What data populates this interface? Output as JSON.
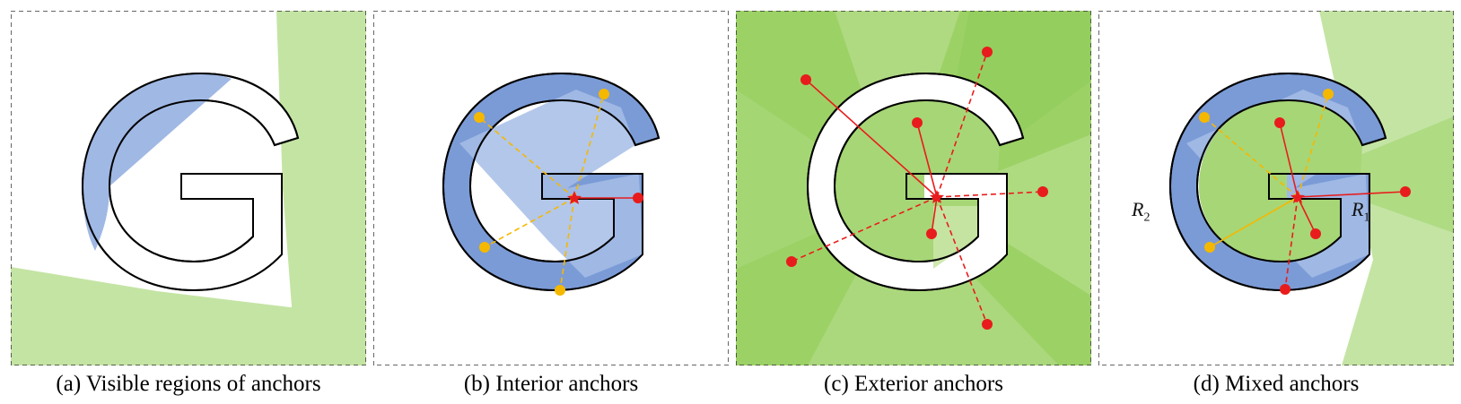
{
  "panels": [
    {
      "id": "a",
      "caption": "(a) Visible regions of anchors"
    },
    {
      "id": "b",
      "caption": "(b) Interior anchors"
    },
    {
      "id": "c",
      "caption": "(c) Exterior anchors"
    },
    {
      "id": "d",
      "caption": "(d) Mixed anchors"
    }
  ],
  "region_labels": {
    "r1": {
      "letter": "R",
      "sub": "1"
    },
    "r2": {
      "letter": "R",
      "sub": "2"
    }
  },
  "glyph": "G",
  "colors": {
    "interior_anchor": "#f5b800",
    "exterior_anchor": "#e81c1c",
    "visible_fill_exterior": "#8bcc55",
    "visible_fill_interior": "#5b84cc",
    "panel_border": "#333333"
  },
  "icons": [
    "star-marker-icon",
    "anchor-dot-icon"
  ]
}
